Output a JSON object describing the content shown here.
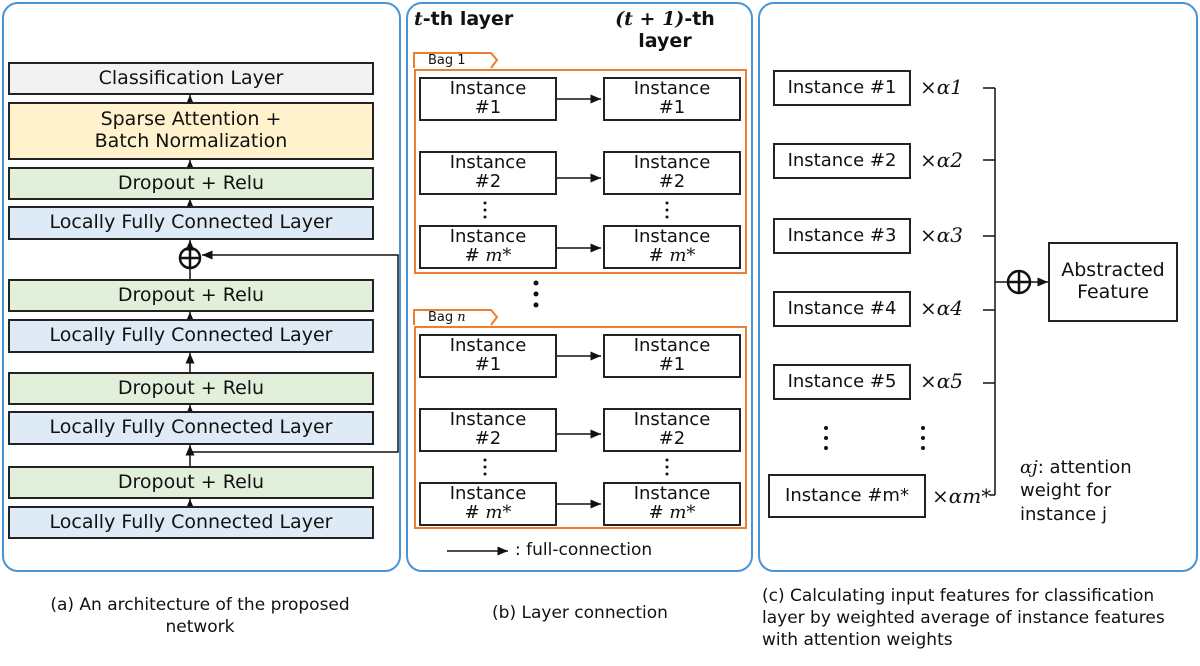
{
  "panel_a": {
    "layers": [
      "Classification Layer",
      "Sparse Attention +\nBatch Normalization",
      "Dropout + Relu",
      "Locally Fully Connected Layer",
      "Dropout + Relu",
      "Locally Fully Connected Layer",
      "Dropout + Relu",
      "Locally Fully Connected Layer",
      "Dropout + Relu",
      "Locally Fully Connected Layer"
    ],
    "caption": "(a) An architecture of the proposed network",
    "colors": {
      "classification": "#f2f2f2",
      "attention": "#fff2cc",
      "dropout": "#e2efda",
      "lfc": "#deebf7"
    }
  },
  "panel_b": {
    "header_left_var": "t",
    "header_left": "-th layer",
    "header_right_var": "(t + 1)",
    "header_right": "-th layer",
    "bag1": "Bag 1",
    "bagn_prefix": "Bag ",
    "bagn_var": "n",
    "instance": "Instance",
    "ids": [
      "#1",
      "#2",
      "# m*"
    ],
    "legend": ": full-connection",
    "caption": "(b) Layer connection",
    "bag_color": "#ed7d31"
  },
  "panel_c": {
    "instances": [
      "Instance #1",
      "Instance #2",
      "Instance #3",
      "Instance #4",
      "Instance #5",
      "Instance #m*"
    ],
    "weights": [
      "×α1",
      "×α2",
      "×α3",
      "×α4",
      "×α5",
      "×αm*"
    ],
    "output": "Abstracted Feature",
    "note_var": "αj",
    "note": ": attention weight for instance j",
    "caption": "(c) Calculating input features for classification layer by weighted average of instance features with attention weights"
  },
  "border_color": "#4a93d6"
}
